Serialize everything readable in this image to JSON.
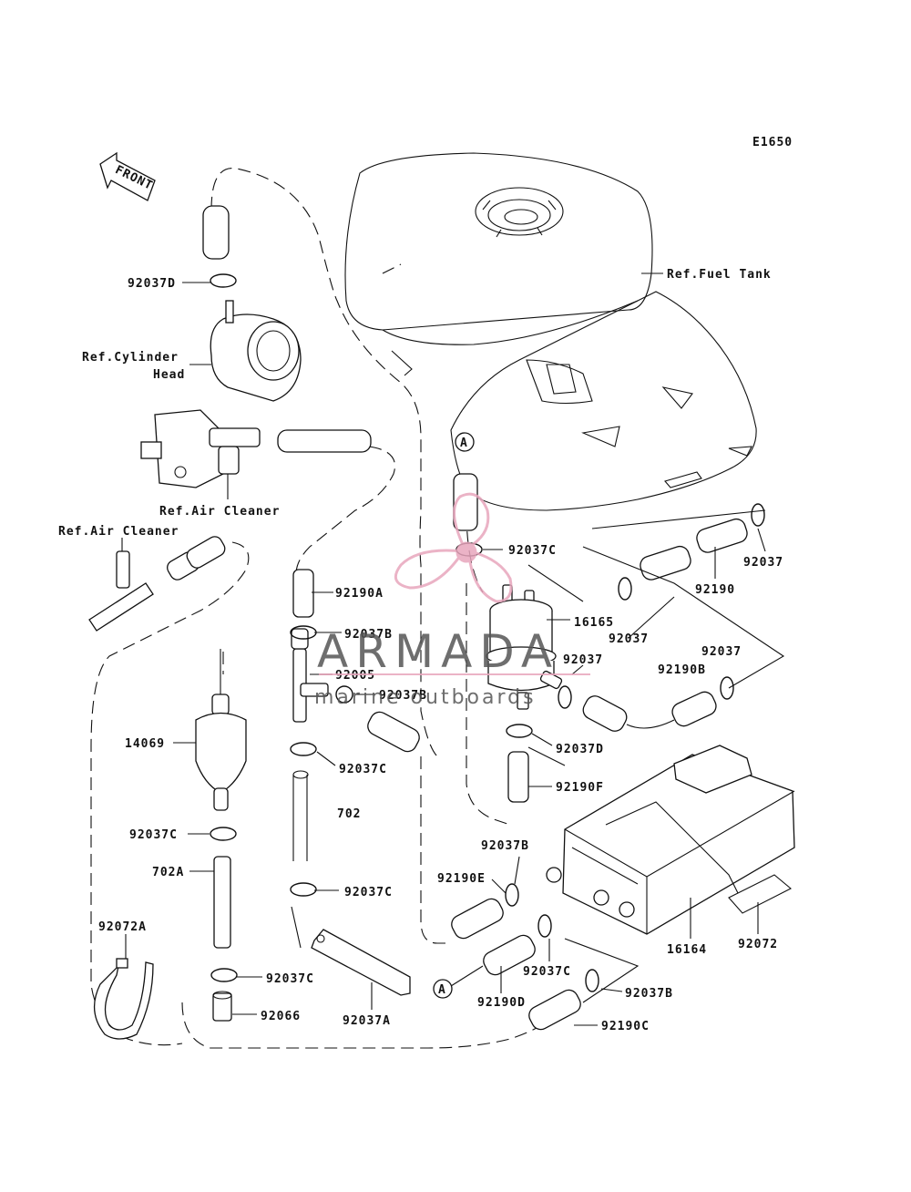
{
  "diagram_code": "E1650",
  "front_arrow_label": "FRONT",
  "reference_labels": {
    "fuel_tank": "Ref.Fuel Tank",
    "cylinder_head_line1": "Ref.Cylinder",
    "cylinder_head_line2": "Head",
    "air_cleaner_upper": "Ref.Air Cleaner",
    "air_cleaner_left": "Ref.Air Cleaner"
  },
  "connector_marker": "A",
  "part_labels": [
    "92037D",
    "92037C",
    "92037",
    "92190",
    "16165",
    "92037",
    "92037",
    "92037",
    "92190B",
    "92190A",
    "92037B",
    "92005",
    "92037B",
    "14069",
    "92037C",
    "92037D",
    "92190F",
    "702",
    "92037C",
    "702A",
    "92037B",
    "92190E",
    "92037C",
    "92072A",
    "92037C",
    "92066",
    "92037A",
    "92190D",
    "92037C",
    "92037B",
    "92190C",
    "16164",
    "92072"
  ],
  "watermark": {
    "brand": "ARMADA",
    "tagline": "marine outboards",
    "color": "#e8a6bd"
  }
}
